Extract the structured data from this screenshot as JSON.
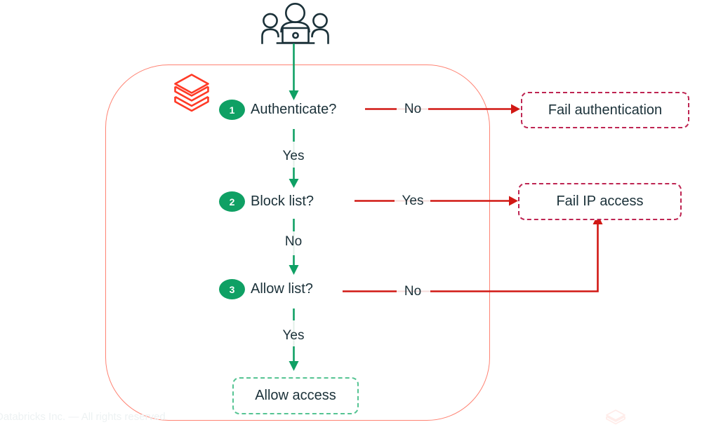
{
  "diagram": {
    "kind": "flowchart",
    "colors": {
      "step_green": "#0FA064",
      "allow_box_green": "#56C493",
      "fail_box_crimson": "#BE2552",
      "arrow_red": "#D11814",
      "boundary_salmon": "#FF8272",
      "logo_red": "#FF3A26",
      "text_navy": "#1B3139"
    },
    "icons": {
      "users": "users-at-laptop-icon",
      "brand": "databricks-logo-icon",
      "corner_watermark": "databricks-logo-watermark-icon"
    },
    "steps": [
      {
        "number": "1",
        "question": "Authenticate?",
        "fail_branch_label": "No",
        "continue_label": "Yes"
      },
      {
        "number": "2",
        "question": "Block list?",
        "fail_branch_label": "Yes",
        "continue_label": "No"
      },
      {
        "number": "3",
        "question": "Allow list?",
        "fail_branch_label": "No",
        "continue_label": "Yes"
      }
    ],
    "outcomes": {
      "fail_authentication": "Fail authentication",
      "fail_ip_access": "Fail IP access",
      "allow_access": "Allow access"
    },
    "watermark": "Databricks Inc. — All rights reserved"
  }
}
